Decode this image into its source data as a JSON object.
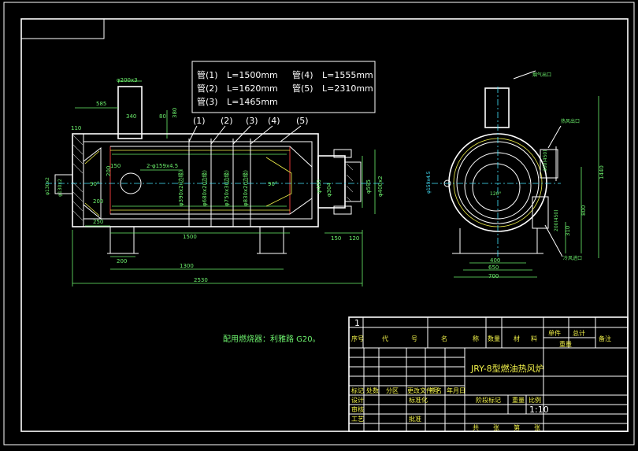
{
  "pipe_table": {
    "rows": [
      {
        "left_tag": "管(1)",
        "left_len": "L=1500mm",
        "right_tag": "管(4)",
        "right_len": "L=1555mm"
      },
      {
        "left_tag": "管(2)",
        "left_len": "L=1620mm",
        "right_tag": "管(5)",
        "right_len": "L=2310mm"
      },
      {
        "left_tag": "管(3)",
        "left_len": "L=1465mm",
        "right_tag": "",
        "right_len": ""
      }
    ]
  },
  "callouts": [
    "(1)",
    "(2)",
    "(3)",
    "(4)",
    "(5)"
  ],
  "dims": {
    "chimney": "φ200x3",
    "d_585": "585",
    "d_340": "340",
    "d_80": "80",
    "d_380": "380",
    "d_110": "110",
    "d_150": "150",
    "d_200v": "200",
    "holes": "2-φ159x4.5",
    "dia1": "φ390x2(边缘)",
    "dia2": "φ680x2(边缘)",
    "dia3": "φ750x3(边缘)",
    "dia4": "φ830x2(边缘)",
    "angle_left": "90°",
    "angle_mid": "90°",
    "d_480": "φ480",
    "d_595": "φ595",
    "d_400": "φ400x2",
    "d_304": "φ304",
    "inlet": "φ130x2",
    "d_200": "200",
    "d_250": "250",
    "d_1500": "1500",
    "d_150b": "150",
    "d_120": "120",
    "d_200b": "200",
    "d_1300": "1300",
    "d_2530": "2530",
    "side_top": "烟气出口",
    "side_r1": "热风出口",
    "side_r2": "冷风进口",
    "side_hole": "φ159x4.5",
    "side_angle": "120°",
    "side_d1": "300(450)",
    "side_d2": "200(450)",
    "side_1440": "1440",
    "side_800": "800",
    "side_310": "310",
    "side_400": "400",
    "side_650": "650",
    "side_700": "700"
  },
  "note": "配用燃烧器：利雅路 G20。",
  "title_block": {
    "sheet_no": "1",
    "columns": [
      "序号",
      "代",
      "号",
      "名",
      "称",
      "数量",
      "材",
      "料",
      "单件",
      "总计",
      "备注"
    ],
    "weight": "重量",
    "drawing_title": "JRY-8型燃油热风炉",
    "signature_row": [
      "标记",
      "处数",
      "分区",
      "更改文件号",
      "签名",
      "年月日"
    ],
    "roles": [
      "设计",
      "标准化",
      "审核",
      "工艺",
      "批准"
    ],
    "stage_label": "阶段标记",
    "weight_label": "重量",
    "scale_label": "比例",
    "scale": "1:10",
    "sheet_footer": [
      "共",
      "张",
      "第",
      "张"
    ]
  }
}
